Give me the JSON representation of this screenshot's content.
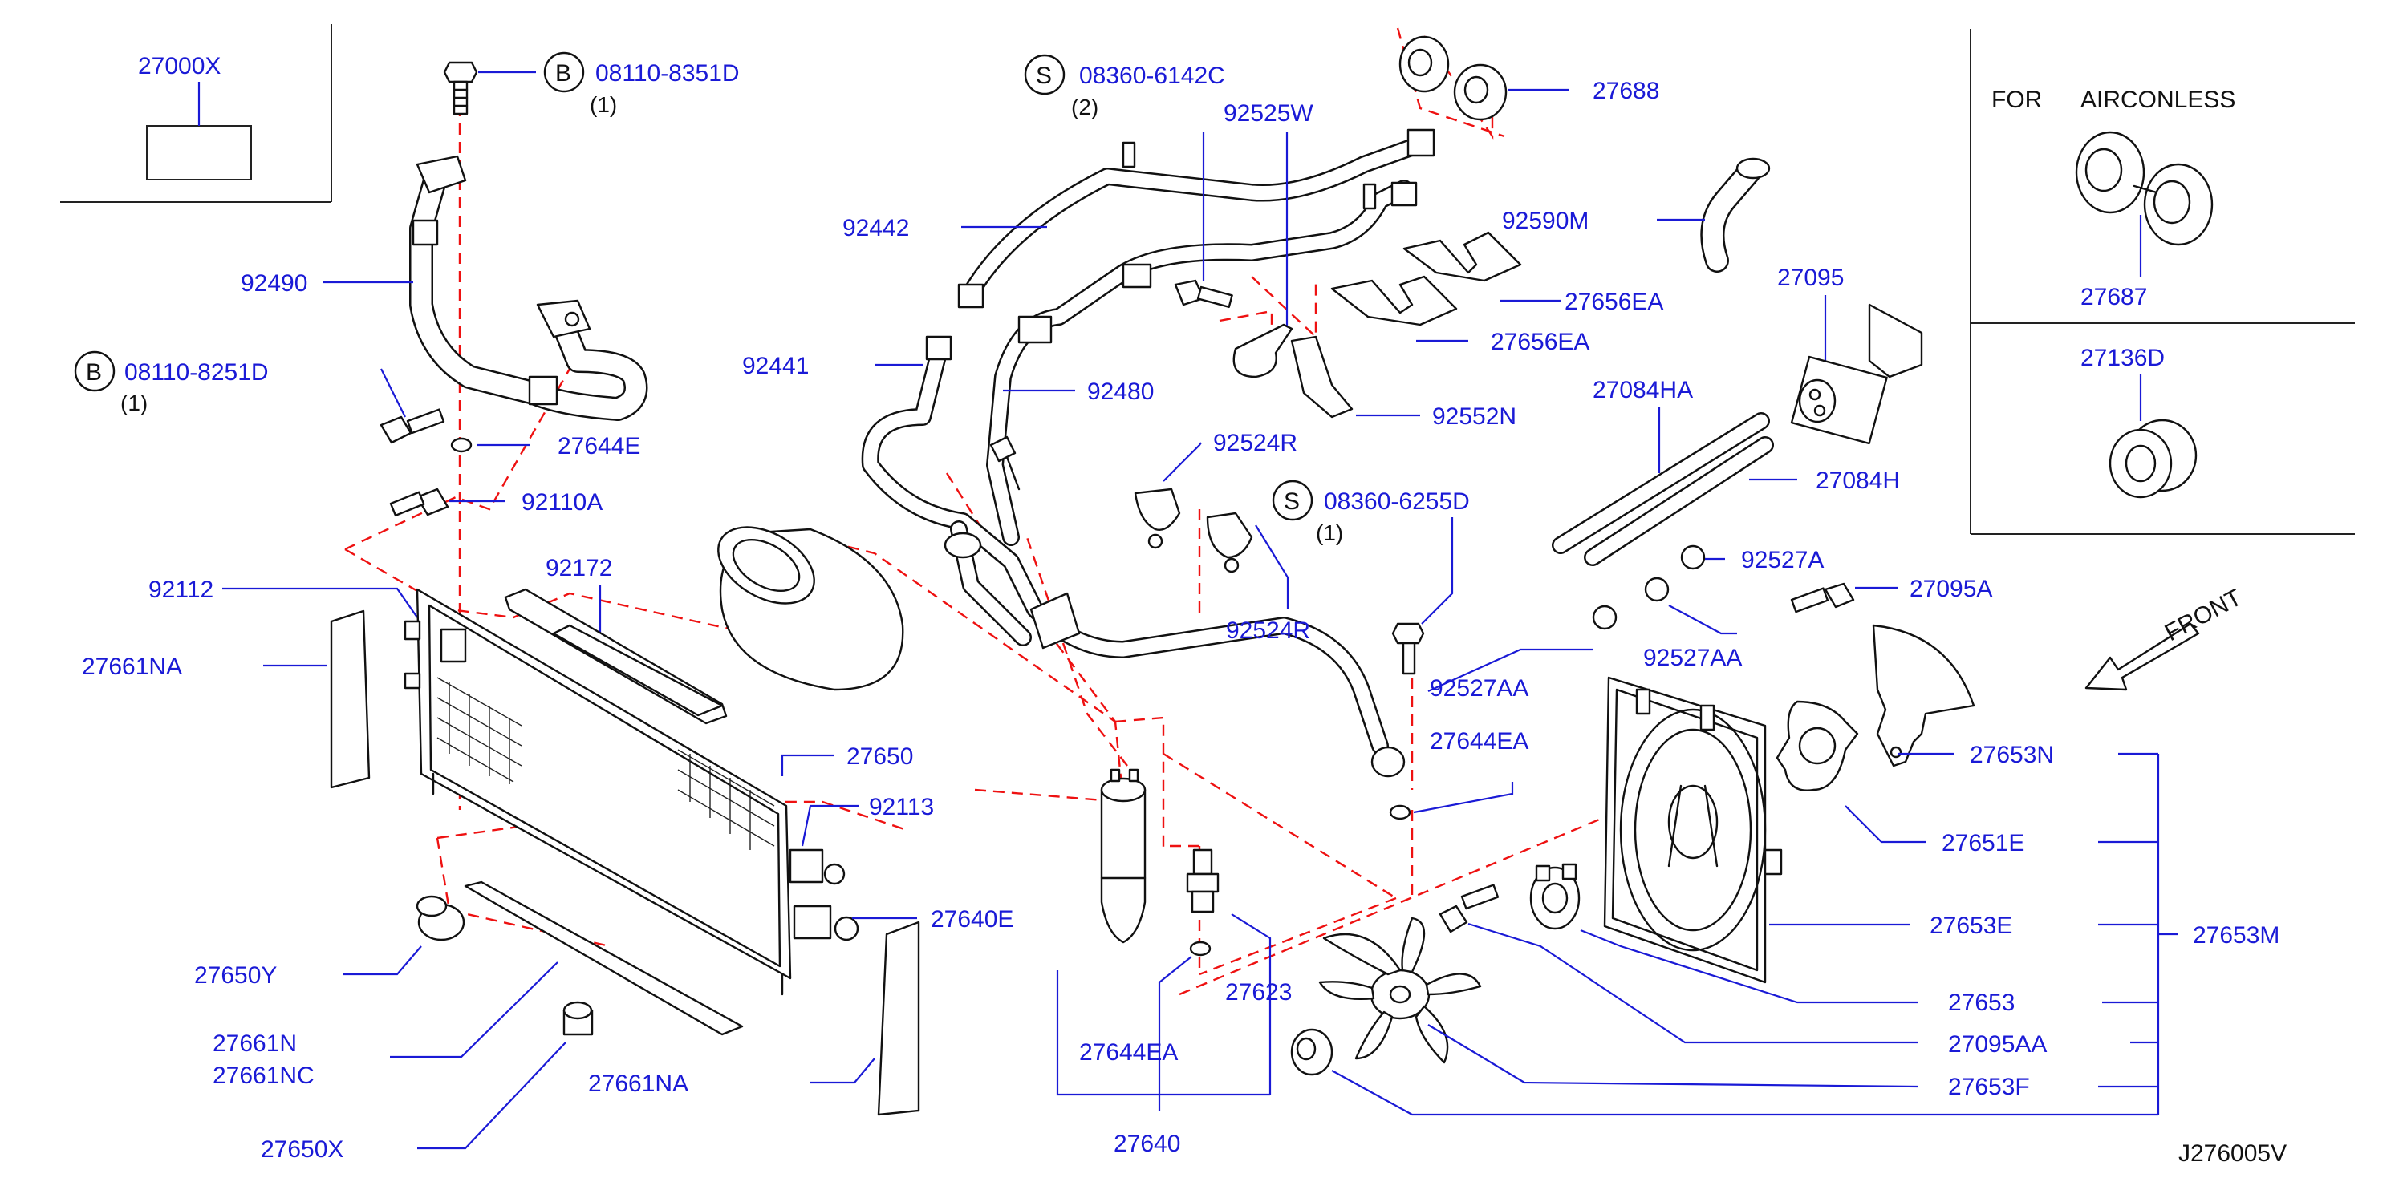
{
  "diagram": {
    "code": "J276005V",
    "note_for": "FOR",
    "note_airconless": "AIRCONLESS",
    "front_label": "FRONT",
    "circle_b": "B",
    "circle_s": "S",
    "labels": {
      "p27000X": "27000X",
      "p08110_8351D": "08110-8351D",
      "q1a": "(1)",
      "p92490": "92490",
      "p08110_8251D": "08110-8251D",
      "q1b": "(1)",
      "p27644E": "27644E",
      "p92110A": "92110A",
      "p92112": "92112",
      "p92172": "92172",
      "p27661NA_l": "27661NA",
      "p27650": "27650",
      "p92113": "92113",
      "p27640E": "27640E",
      "p27650Y": "27650Y",
      "p27661N": "27661N",
      "p27661NC": "27661NC",
      "p27661NA_b": "27661NA",
      "p27650X": "27650X",
      "p08360_6142C": "08360-6142C",
      "q2": "(2)",
      "p92525W": "92525W",
      "p92442": "92442",
      "p92441": "92441",
      "p92480": "92480",
      "p92524R_t": "92524R",
      "p92524R_b": "92524R",
      "p08360_6255D": "08360-6255D",
      "q1c": "(1)",
      "p92527AA_l": "92527AA",
      "p27644EA_r": "27644EA",
      "p27644EA_b": "27644EA",
      "p27623": "27623",
      "p27640": "27640",
      "p27688": "27688",
      "p92590M": "92590M",
      "p27656EA_t": "27656EA",
      "p27656EA_b": "27656EA",
      "p92552N": "92552N",
      "p27095": "27095",
      "p27084HA": "27084HA",
      "p27084H": "27084H",
      "p92527A": "92527A",
      "p92527AA_r": "92527AA",
      "p27095A": "27095A",
      "p27653N": "27653N",
      "p27651E": "27651E",
      "p27653E": "27653E",
      "p27653M": "27653M",
      "p27653": "27653",
      "p27095AA": "27095AA",
      "p27653F": "27653F",
      "p27687": "27687",
      "p27136D": "27136D"
    }
  }
}
